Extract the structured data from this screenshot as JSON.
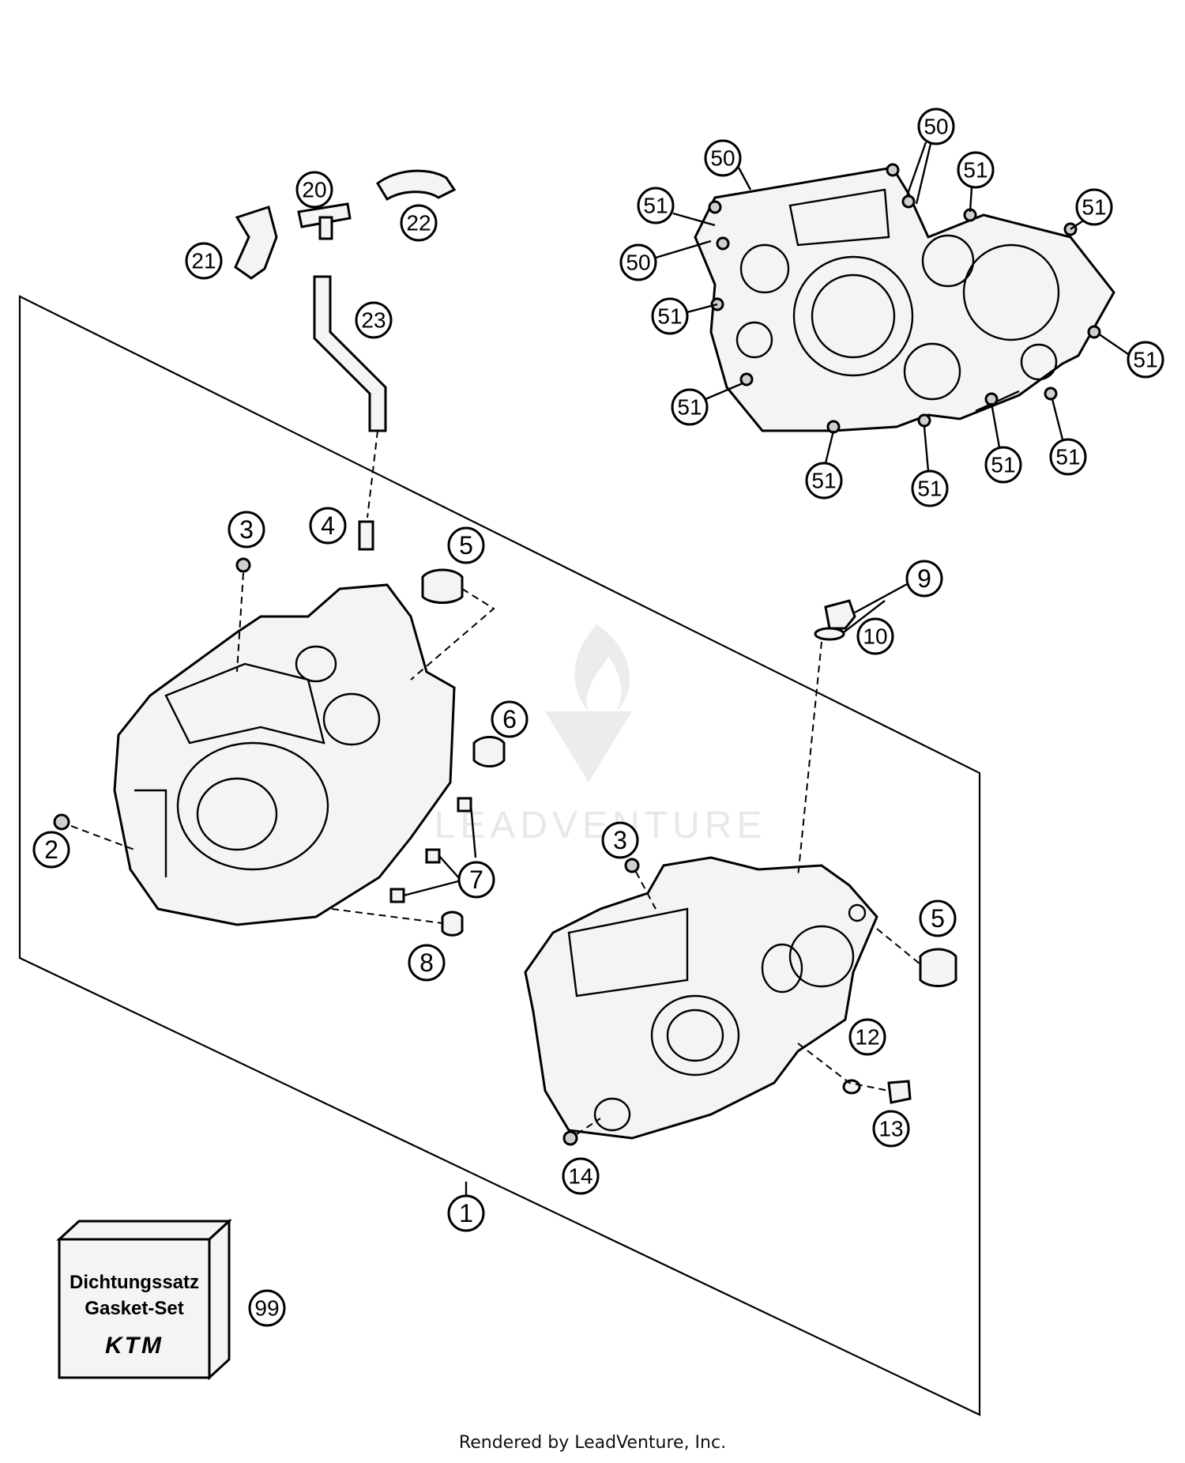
{
  "callouts": [
    {
      "id": "c1",
      "label": "1"
    },
    {
      "id": "c2",
      "label": "2"
    },
    {
      "id": "c3a",
      "label": "3"
    },
    {
      "id": "c3b",
      "label": "3"
    },
    {
      "id": "c4",
      "label": "4"
    },
    {
      "id": "c5a",
      "label": "5"
    },
    {
      "id": "c5b",
      "label": "5"
    },
    {
      "id": "c6",
      "label": "6"
    },
    {
      "id": "c7",
      "label": "7"
    },
    {
      "id": "c8",
      "label": "8"
    },
    {
      "id": "c9",
      "label": "9"
    },
    {
      "id": "c10",
      "label": "10"
    },
    {
      "id": "c12",
      "label": "12"
    },
    {
      "id": "c13",
      "label": "13"
    },
    {
      "id": "c14",
      "label": "14"
    },
    {
      "id": "c20",
      "label": "20"
    },
    {
      "id": "c21",
      "label": "21"
    },
    {
      "id": "c22",
      "label": "22"
    },
    {
      "id": "c23",
      "label": "23"
    },
    {
      "id": "c50a",
      "label": "50"
    },
    {
      "id": "c50b",
      "label": "50"
    },
    {
      "id": "c50c",
      "label": "50"
    },
    {
      "id": "c51a",
      "label": "51"
    },
    {
      "id": "c51b",
      "label": "51"
    },
    {
      "id": "c51c",
      "label": "51"
    },
    {
      "id": "c51d",
      "label": "51"
    },
    {
      "id": "c51e",
      "label": "51"
    },
    {
      "id": "c51f",
      "label": "51"
    },
    {
      "id": "c51g",
      "label": "51"
    },
    {
      "id": "c51h",
      "label": "51"
    },
    {
      "id": "c51i",
      "label": "51"
    },
    {
      "id": "c51j",
      "label": "51"
    },
    {
      "id": "c51k",
      "label": "51"
    },
    {
      "id": "c99",
      "label": "99"
    }
  ],
  "gasket_box": {
    "line1": "Dichtungssatz",
    "line2": "Gasket-Set",
    "brand": "KTM"
  },
  "watermark": "LEADVENTURE",
  "footer": "Rendered by LeadVenture, Inc."
}
